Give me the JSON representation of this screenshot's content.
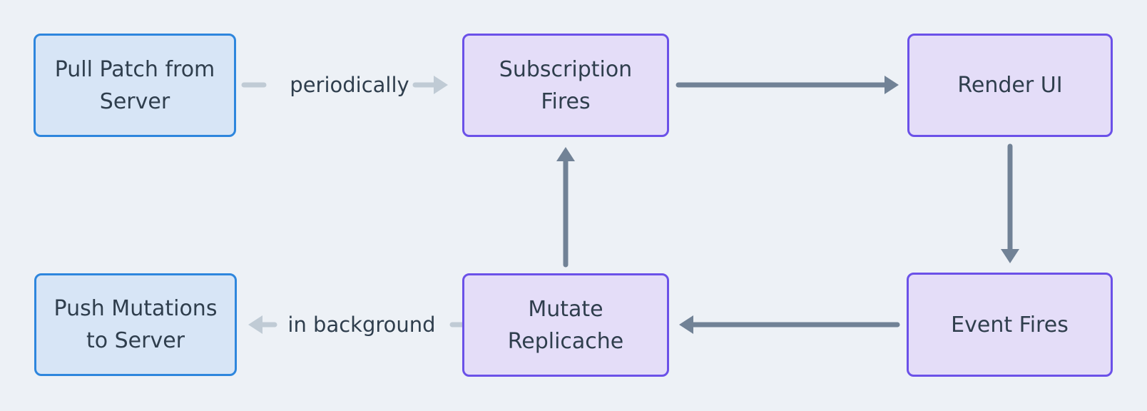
{
  "diagram": {
    "palette": {
      "background": "#edf1f6",
      "blue_node_fill": "#d7e5f6",
      "blue_node_border": "#2e86dd",
      "purple_node_fill": "#e4ddf8",
      "purple_node_border": "#6b51e8",
      "arrow_dark": "#718296",
      "arrow_light": "#c0cbd5",
      "text": "#2f3e4d"
    },
    "nodes": [
      {
        "id": "pull-patch-from-server",
        "label": "Pull Patch from\nServer",
        "color": "blue"
      },
      {
        "id": "subscription-fires",
        "label": "Subscription\nFires",
        "color": "purple"
      },
      {
        "id": "render-ui",
        "label": "Render UI",
        "color": "purple"
      },
      {
        "id": "push-mutations-to-server",
        "label": "Push Mutations\nto Server",
        "color": "blue"
      },
      {
        "id": "mutate-replicache",
        "label": "Mutate\nReplicache",
        "color": "purple"
      },
      {
        "id": "event-fires",
        "label": "Event Fires",
        "color": "purple"
      }
    ],
    "edges": [
      {
        "from": "pull-patch-from-server",
        "to": "subscription-fires",
        "label": "periodically",
        "style": "light"
      },
      {
        "from": "subscription-fires",
        "to": "render-ui",
        "label": "",
        "style": "dark"
      },
      {
        "from": "render-ui",
        "to": "event-fires",
        "label": "",
        "style": "dark"
      },
      {
        "from": "event-fires",
        "to": "mutate-replicache",
        "label": "",
        "style": "dark"
      },
      {
        "from": "mutate-replicache",
        "to": "subscription-fires",
        "label": "",
        "style": "dark"
      },
      {
        "from": "mutate-replicache",
        "to": "push-mutations-to-server",
        "label": "in background",
        "style": "light"
      }
    ]
  }
}
